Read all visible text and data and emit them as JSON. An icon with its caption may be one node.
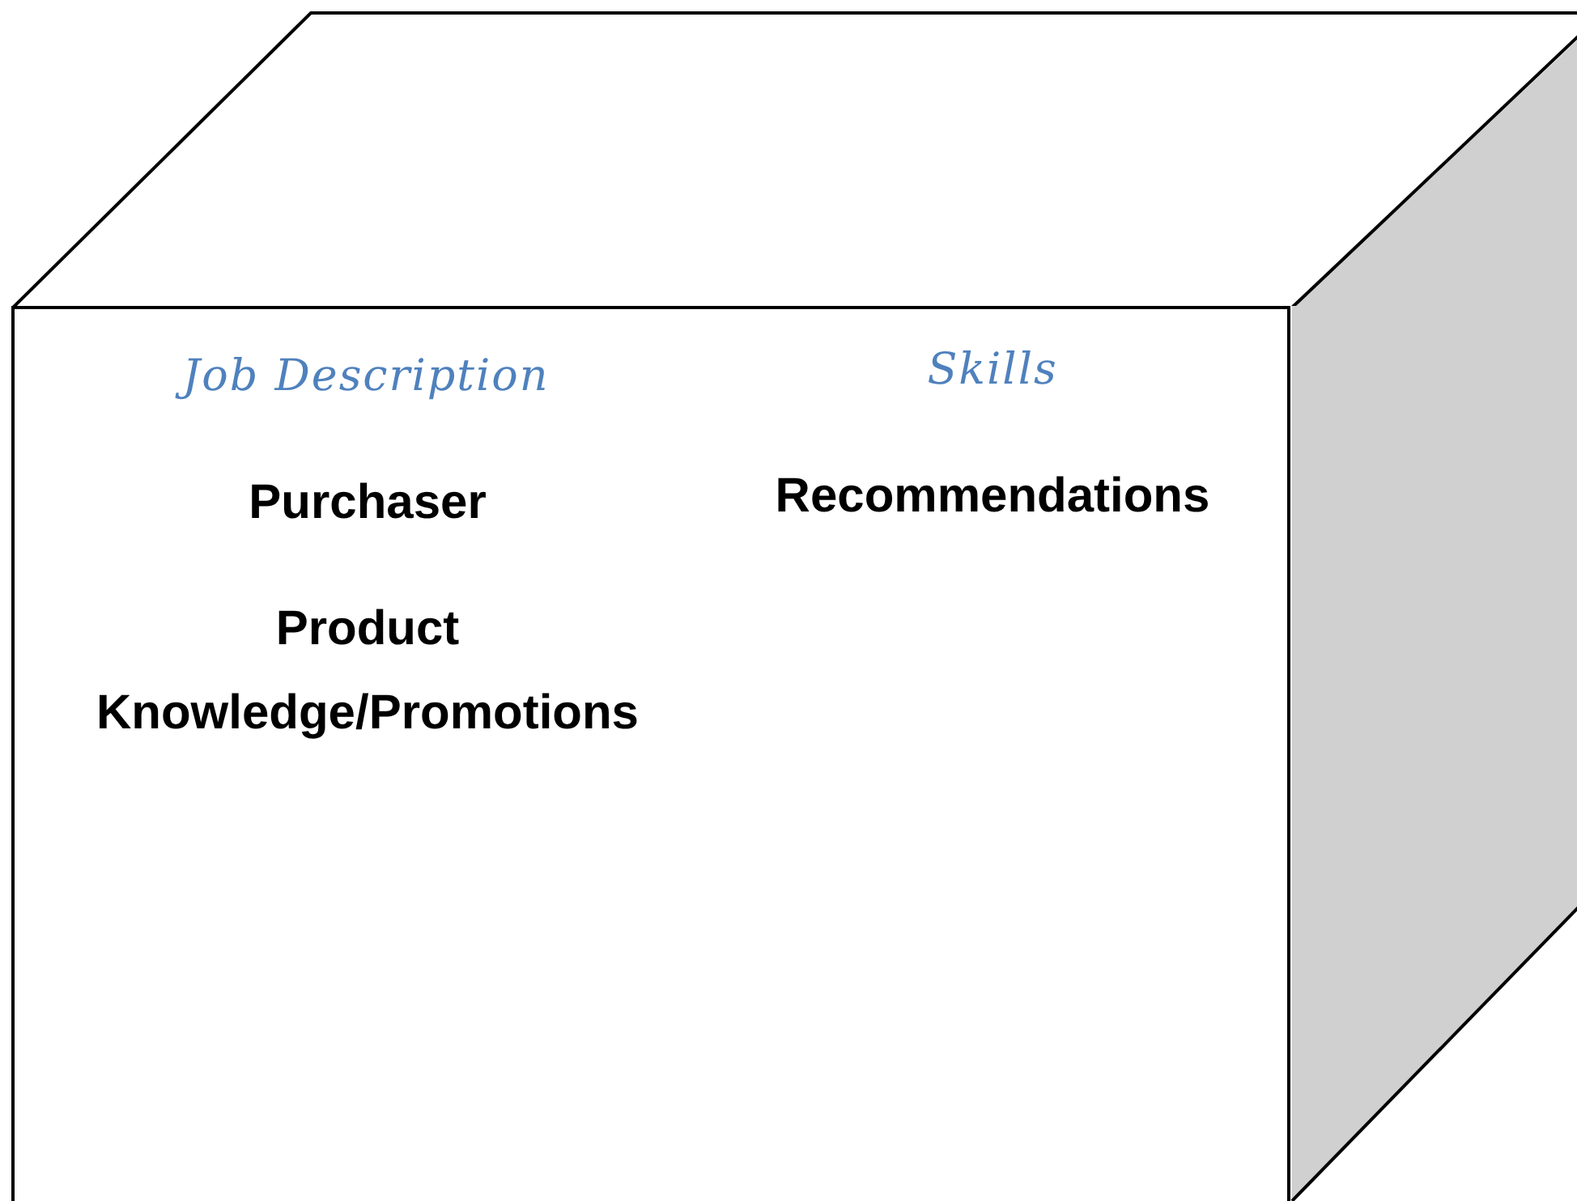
{
  "diagram": {
    "nodes": [
      {
        "text": [
          "Job Description",
          "Purchaser",
          "Product Knowledge/Promotions",
          "Skills",
          "Recommendations"
        ]
      }
    ]
  }
}
